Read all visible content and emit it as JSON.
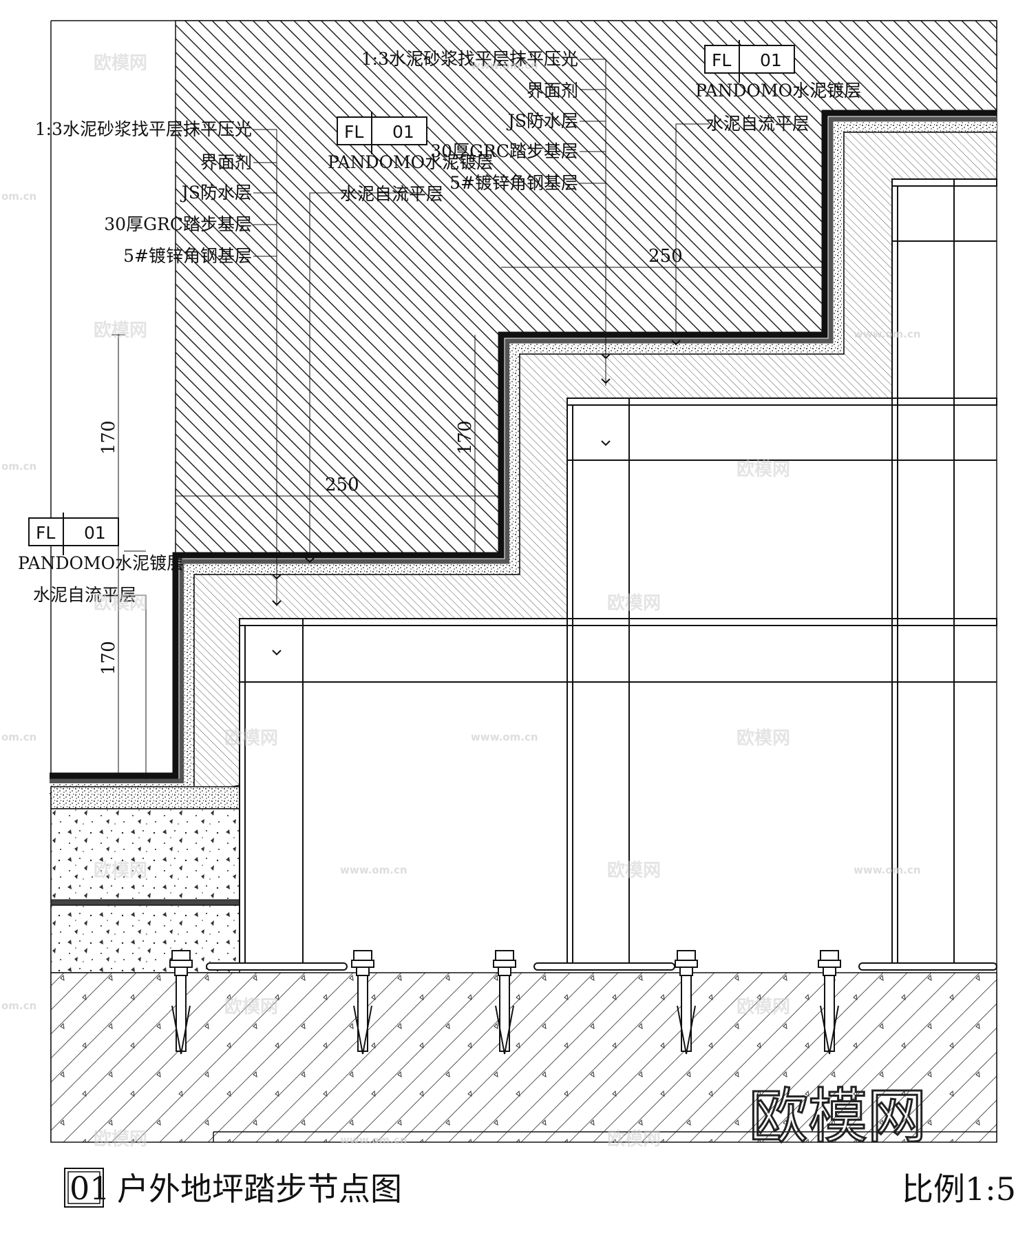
{
  "drawing_title": {
    "number": "01",
    "text": "户外地坪踏步节点图",
    "scale": "比例1:5"
  },
  "upper_step": {
    "tag": {
      "code": "FL",
      "number": "01"
    },
    "finish_labels": [
      "PANDOMO水泥镀层",
      "水泥自流平层"
    ],
    "layer_labels": [
      "1:3水泥砂浆找平层抹平压光",
      "界面剂",
      "JS防水层",
      "30厚GRC踏步基层",
      "5#镀锌角钢基层"
    ]
  },
  "lower_step": {
    "tag": {
      "code": "FL",
      "number": "01"
    },
    "finish_labels": [
      "PANDOMO水泥镀层",
      "水泥自流平层"
    ],
    "layer_labels": [
      "1:3水泥砂浆找平层抹平压光",
      "界面剂",
      "JS防水层",
      "30厚GRC踏步基层",
      "5#镀锌角钢基层"
    ]
  },
  "floor": {
    "tag": {
      "code": "FL",
      "number": "01"
    },
    "finish_labels": [
      "PANDOMO水泥镀层",
      "水泥自流平层"
    ]
  },
  "dimensions": {
    "tread_upper": "250",
    "tread_lower": "250",
    "riser_middle": "170",
    "riser_left_upper": "170",
    "riser_left_lower": "170"
  },
  "watermark": {
    "brand": "欧模网",
    "url": "www.om.cn",
    "url_short": "om.cn"
  },
  "colors": {
    "line": "#111111",
    "hatch": "#222222",
    "paper": "#ffffff",
    "watermark": "#cfcfcf"
  }
}
